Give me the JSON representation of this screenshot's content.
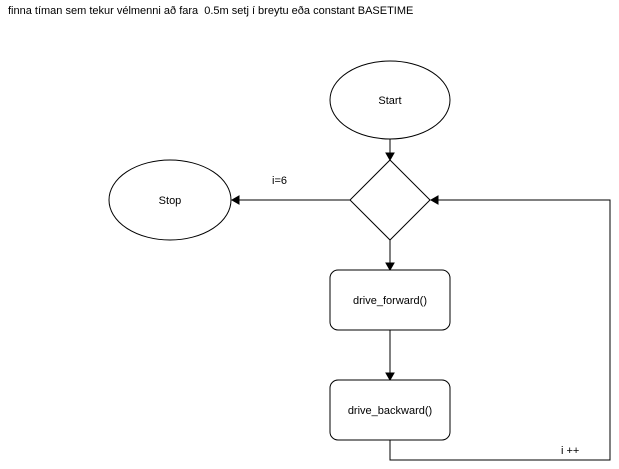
{
  "diagram": {
    "description_text": "finna tíman sem tekur vélmenni að fara  0.5m setj í breytu eða constant BASETIME",
    "nodes": {
      "start": {
        "label": "Start",
        "shape": "ellipse"
      },
      "decision": {
        "label": "",
        "shape": "diamond"
      },
      "stop": {
        "label": "Stop",
        "shape": "ellipse"
      },
      "forward": {
        "label": "drive_forward()",
        "shape": "rounded-rect"
      },
      "backward": {
        "label": "drive_backward()",
        "shape": "rounded-rect"
      }
    },
    "edges": {
      "start_to_decision": {
        "label": ""
      },
      "decision_to_stop": {
        "label": "i=6"
      },
      "decision_to_forward": {
        "label": ""
      },
      "forward_to_backward": {
        "label": ""
      },
      "loop_back": {
        "label": "i ++"
      }
    }
  }
}
